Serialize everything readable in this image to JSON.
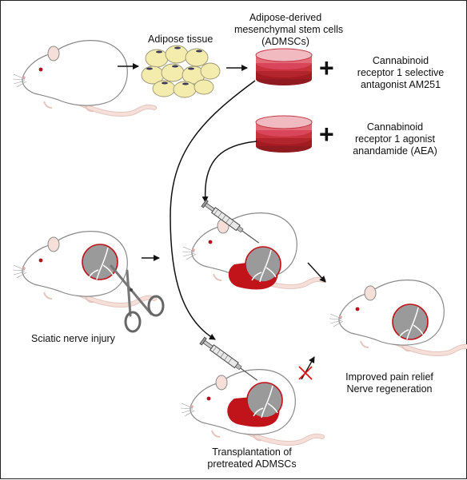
{
  "labels": {
    "adipose_tissue": "Adipose tissue",
    "admsc_line1": "Adipose-derived",
    "admsc_line2": "mesenchymal stem cells",
    "admsc_line3": "(ADMSCs)",
    "antagonist_line1": "Cannabinoid",
    "antagonist_line2": "receptor 1 selective",
    "antagonist_line3": "antagonist AM251",
    "agonist_line1": "Cannabinoid",
    "agonist_line2": "receptor 1 agonist",
    "agonist_line3": "anandamide (AEA)",
    "injury": "Sciatic nerve injury",
    "outcome_line1": "Improved pain relief",
    "outcome_line2": "Nerve regeneration",
    "transplant_line1": "Transplantation of",
    "transplant_line2": "pretreated ADMSCs",
    "plus": "+"
  },
  "colors": {
    "blood": "#c0141a",
    "dish_dark": "#a31a22",
    "dish_mid": "#d9455a",
    "dish_light": "#f1b9c0",
    "fat_cell": "#f3ecac",
    "nerve_circle": "#9c9c9c",
    "tail": "#f6dfd8",
    "inhibit_x": "#e01414"
  }
}
